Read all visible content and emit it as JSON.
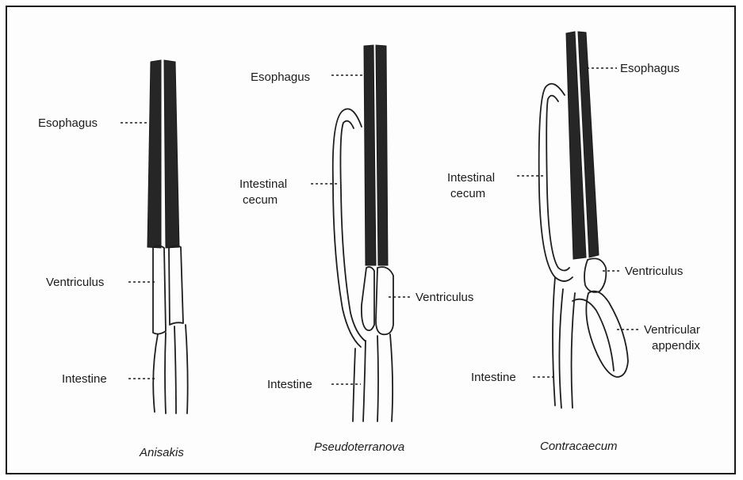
{
  "panels": [
    {
      "caption": "Anisakis",
      "labels": {
        "esophagus": "Esophagus",
        "ventriculus": "Ventriculus",
        "intestine": "Intestine"
      }
    },
    {
      "caption": "Pseudoterranova",
      "labels": {
        "esophagus": "Esophagus",
        "cecum_line1": "Intestinal",
        "cecum_line2": "cecum",
        "ventriculus": "Ventriculus",
        "intestine": "Intestine"
      }
    },
    {
      "caption": "Contracaecum",
      "labels": {
        "esophagus": "Esophagus",
        "cecum_line1": "Intestinal",
        "cecum_line2": "cecum",
        "ventriculus": "Ventriculus",
        "appendix_line1": "Ventricular",
        "appendix_line2": "appendix",
        "intestine": "Intestine"
      }
    }
  ],
  "colors": {
    "ink": "#1e1e1e",
    "esophagus_fill": "#262626",
    "background": "#fdfdfd"
  }
}
